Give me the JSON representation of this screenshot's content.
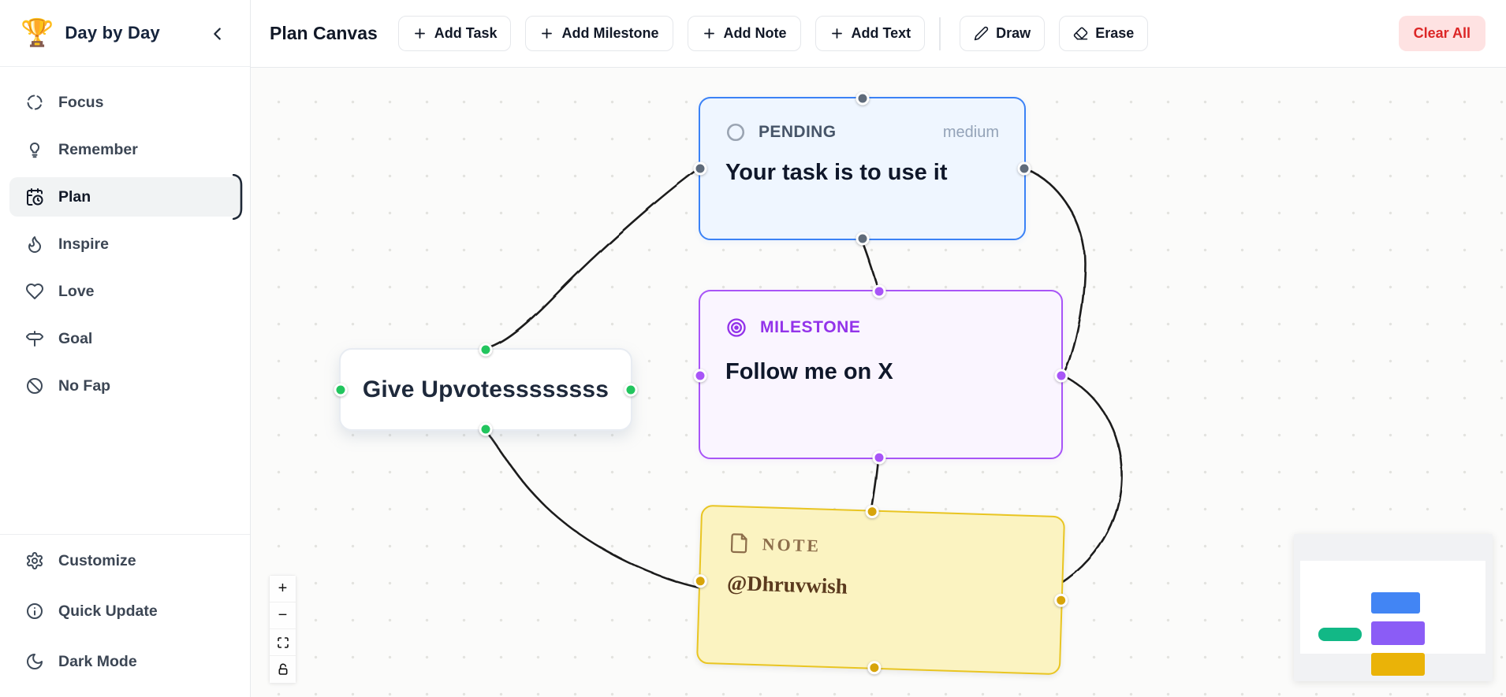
{
  "sidebar": {
    "logo_emoji": "🏆",
    "title": "Day by Day",
    "items": [
      {
        "label": "Focus",
        "icon": "focus-icon",
        "active": false
      },
      {
        "label": "Remember",
        "icon": "lightbulb-icon",
        "active": false
      },
      {
        "label": "Plan",
        "icon": "calendar-clock-icon",
        "active": true
      },
      {
        "label": "Inspire",
        "icon": "flame-icon",
        "active": false
      },
      {
        "label": "Love",
        "icon": "heart-icon",
        "active": false
      },
      {
        "label": "Goal",
        "icon": "signpost-icon",
        "active": false
      },
      {
        "label": "No Fap",
        "icon": "ban-icon",
        "active": false
      }
    ],
    "footer_items": [
      {
        "label": "Customize",
        "icon": "gear-icon"
      },
      {
        "label": "Quick Update",
        "icon": "info-icon"
      },
      {
        "label": "Dark Mode",
        "icon": "moon-icon"
      }
    ]
  },
  "toolbar": {
    "title": "Plan Canvas",
    "add_task": "Add Task",
    "add_milestone": "Add Milestone",
    "add_note": "Add Note",
    "add_text": "Add Text",
    "draw": "Draw",
    "erase": "Erase",
    "clear_all": "Clear All"
  },
  "canvas": {
    "nodes": {
      "task": {
        "status": "PENDING",
        "priority": "medium",
        "text": "Your task is to use it",
        "accent": "#3b82f6"
      },
      "milestone": {
        "label": "MILESTONE",
        "text": "Follow me on X",
        "accent": "#a855f7"
      },
      "note": {
        "label": "NOTE",
        "text": "@Dhruvwish",
        "accent": "#e9c522"
      },
      "plain": {
        "text": "Give Upvotessssssss",
        "accent": "#22c55e"
      }
    },
    "controls": {
      "zoom_in": "+",
      "zoom_out": "−"
    },
    "minimap": {
      "node_colors": {
        "task": "#4285f4",
        "plain": "#12b886",
        "milestone": "#8b5cf6",
        "note": "#eab308"
      }
    },
    "edge_color": "#1b1b1b"
  }
}
